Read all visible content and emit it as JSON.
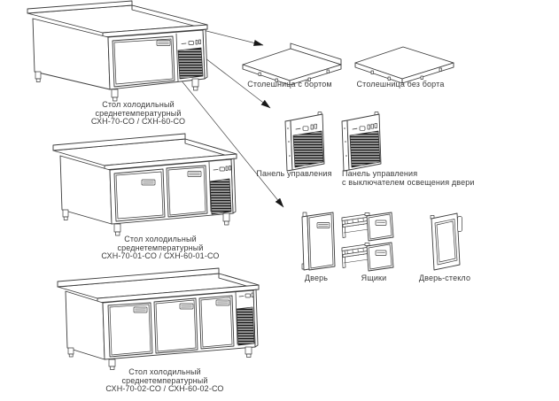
{
  "products": [
    {
      "name_lines": [
        "Стол холодильный",
        "среднетемпературный",
        "СХН-70-СО / СХН-60-СО"
      ]
    },
    {
      "name_lines": [
        "Стол холодильный",
        "среднетемпературный",
        "СХН-70-01-СО / СХН-60-01-СО"
      ]
    },
    {
      "name_lines": [
        "Стол холодильный",
        "среднетемпературный",
        "СХН-70-02-СО / СХН-60-02-СО"
      ]
    }
  ],
  "accessories": {
    "tabletop_with_upstand": "Столешница с бортом",
    "tabletop_no_upstand": "Столешница без борта",
    "control_panel": "Панель управления",
    "control_panel_with_switch": [
      "Панель управления",
      "с выключателем освещения двери"
    ],
    "door": "Дверь",
    "drawers": "Ящики",
    "glass_door": "Дверь-стекло"
  },
  "colors": {
    "line": "#3c3c3c",
    "text": "#3a3a3a",
    "grille": "#161616",
    "background": "#ffffff"
  }
}
